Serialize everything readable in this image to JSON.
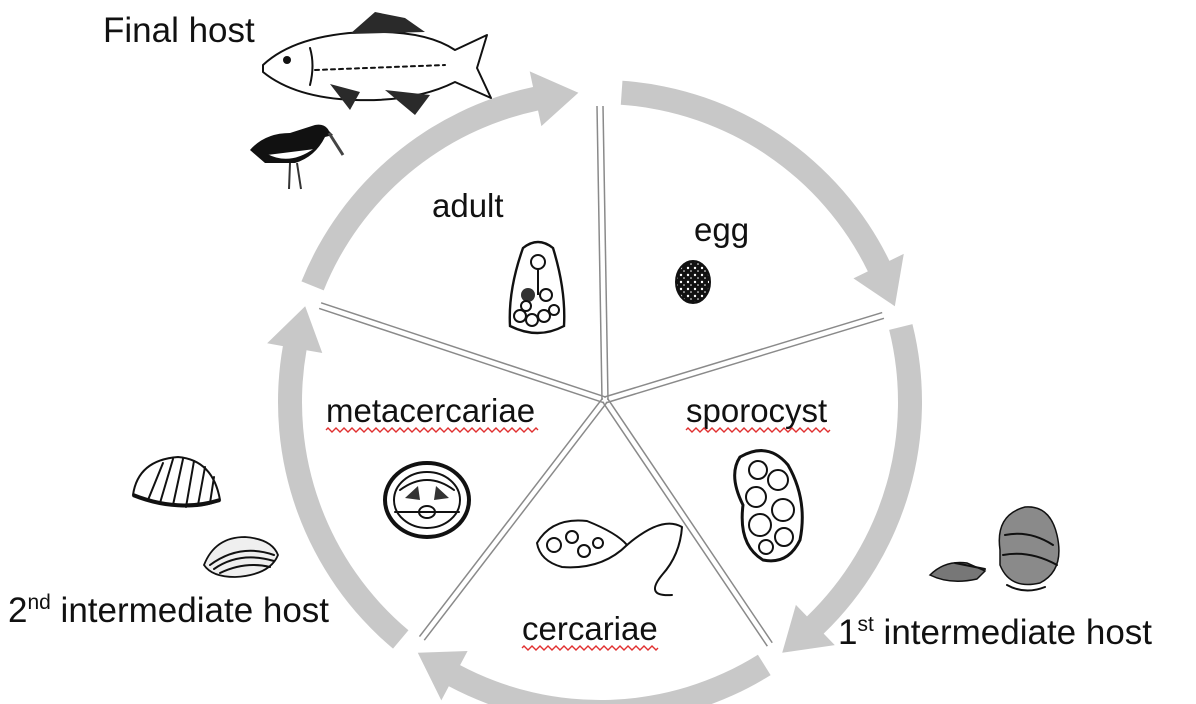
{
  "hosts": {
    "final": "Final host",
    "first_intermediate": {
      "number": "1",
      "suffix": "st",
      "text": " intermediate host"
    },
    "second_intermediate": {
      "number": "2",
      "suffix": "nd",
      "text": " intermediate host"
    }
  },
  "stages": {
    "adult": "adult",
    "egg": "egg",
    "sporocyst": "sporocyst",
    "cercariae": "cercariae",
    "metacercariae": "metacercariae"
  },
  "icons": {
    "fish": "fish-icon",
    "bird": "oystercatcher-bird-icon",
    "snails": "snail-icon",
    "cockle": "cockle-shell-icon",
    "mussel": "mussel-shell-icon",
    "adult": "adult-fluke-icon",
    "egg": "egg-icon",
    "sporocyst": "sporocyst-icon",
    "cercaria": "cercaria-icon",
    "metacercaria": "metacercaria-cyst-icon"
  },
  "colors": {
    "arrow": "#c8c8c8",
    "divider": "#8a8a8a",
    "spellcheck": "#e03030",
    "text": "#111111"
  }
}
